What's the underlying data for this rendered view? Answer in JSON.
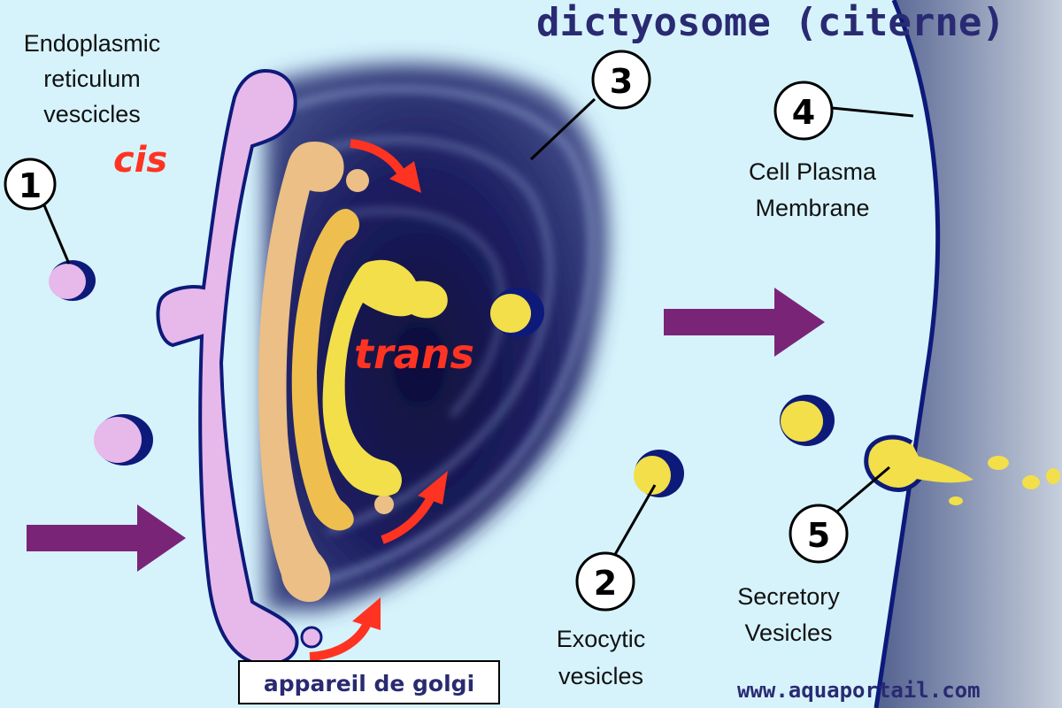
{
  "title": "dictyosome (citerne)",
  "labels": {
    "er_vesicles": [
      "Endoplasmic",
      "reticulum",
      "vescicles"
    ],
    "cis": "cis",
    "trans": "trans",
    "plasma_membrane": [
      "Cell Plasma",
      "Membrane"
    ],
    "exocytic": [
      "Exocytic",
      "vesicles"
    ],
    "secretory": [
      "Secretory",
      "Vesicles"
    ],
    "golgi": "appareil de golgi",
    "website": "www.aquaportail.com"
  },
  "markers": [
    "1",
    "2",
    "3",
    "4",
    "5"
  ],
  "colors": {
    "background": "#d6f3fc",
    "golgi_dark": "#15154f",
    "er_pink": "#e7b8ea",
    "cis_orange": "#ebbf85",
    "mid_orange": "#eebf4f",
    "trans_yellow": "#f2df4a",
    "arrow_purple": "#7a2478",
    "arrow_red": "#ff3322",
    "outline": "#0d1a7a",
    "membrane": "#6d7aa1"
  }
}
